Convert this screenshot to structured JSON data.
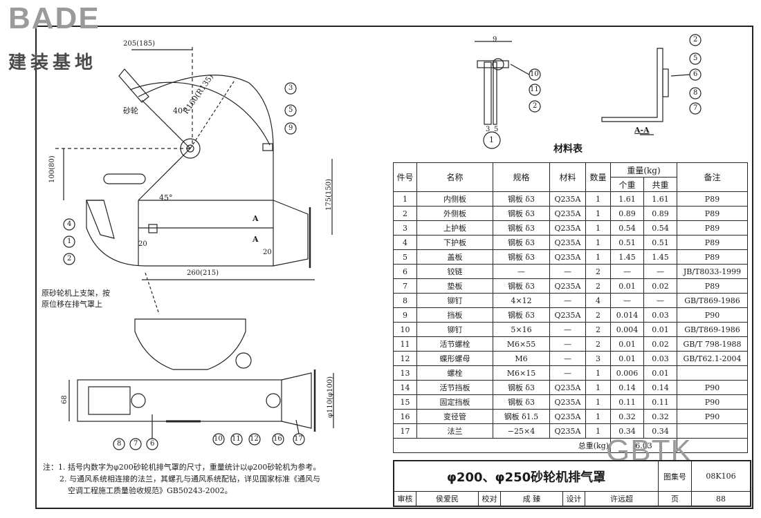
{
  "logo": {
    "brand": "BADE",
    "subtitle": "建装基地"
  },
  "watermark": "GBTK",
  "drawing": {
    "labels": {
      "grinder": "砂轮",
      "angle40": "40°",
      "angle45": "45°",
      "radius": "R160(R135)",
      "dim_top": "205(185)",
      "dim_left": "100(80)",
      "dim_right": "175(150)",
      "dim_bottom": "260(215)",
      "dim_20a": "20",
      "dim_20b": "20",
      "dim_68": "68",
      "dim_flange": "φ110(φ100)",
      "dim_9": "9",
      "dim_3": "3",
      "dim_5": "5",
      "sect_a": "A",
      "sect_a2": "A",
      "detail_no": "1",
      "sect_title": "A-A",
      "move_note_1": "原砂轮机上支架，按",
      "move_note_2": "原位移在排气罩上"
    },
    "callouts_main": [
      "3",
      "5",
      "9",
      "4",
      "1",
      "2"
    ],
    "callouts_bottom": [
      "8",
      "7",
      "6",
      "10",
      "11",
      "12",
      "16",
      "17"
    ],
    "callouts_detail": [
      "10",
      "11",
      "2"
    ],
    "callouts_section": [
      "2",
      "5",
      "6",
      "8",
      "7"
    ]
  },
  "materials": {
    "title": "材料表",
    "headers": {
      "no": "件号",
      "name": "名称",
      "spec": "规格",
      "material": "材料",
      "qty": "数量",
      "weight": "重量(kg)",
      "unit": "个重",
      "total": "共重",
      "remark": "备注"
    },
    "rows": [
      {
        "no": "1",
        "name": "内侧板",
        "spec": "钢板 δ3",
        "material": "Q235A",
        "qty": "1",
        "unit": "1.61",
        "total": "1.61",
        "remark": "P89"
      },
      {
        "no": "2",
        "name": "外侧板",
        "spec": "钢板 δ3",
        "material": "Q235A",
        "qty": "1",
        "unit": "0.89",
        "total": "0.89",
        "remark": "P89"
      },
      {
        "no": "3",
        "name": "上护板",
        "spec": "钢板 δ3",
        "material": "Q235A",
        "qty": "1",
        "unit": "0.54",
        "total": "0.54",
        "remark": "P89"
      },
      {
        "no": "4",
        "name": "下护板",
        "spec": "钢板 δ3",
        "material": "Q235A",
        "qty": "1",
        "unit": "0.51",
        "total": "0.51",
        "remark": "P89"
      },
      {
        "no": "5",
        "name": "盖板",
        "spec": "钢板 δ3",
        "material": "Q235A",
        "qty": "1",
        "unit": "1.45",
        "total": "1.45",
        "remark": "P89"
      },
      {
        "no": "6",
        "name": "铰链",
        "spec": "—",
        "material": "—",
        "qty": "2",
        "unit": "—",
        "total": "—",
        "remark": "JB/T8033-1999"
      },
      {
        "no": "7",
        "name": "垫板",
        "spec": "钢板 δ3",
        "material": "Q235A",
        "qty": "2",
        "unit": "0.01",
        "total": "0.02",
        "remark": "P89"
      },
      {
        "no": "8",
        "name": "铆钉",
        "spec": "4×12",
        "material": "—",
        "qty": "4",
        "unit": "—",
        "total": "—",
        "remark": "GB/T869-1986"
      },
      {
        "no": "9",
        "name": "挡板",
        "spec": "钢板 δ3",
        "material": "Q235A",
        "qty": "2",
        "unit": "0.014",
        "total": "0.03",
        "remark": "P90"
      },
      {
        "no": "10",
        "name": "铆钉",
        "spec": "5×16",
        "material": "—",
        "qty": "2",
        "unit": "0.004",
        "total": "0.01",
        "remark": "GB/T869-1986"
      },
      {
        "no": "11",
        "name": "活节螺栓",
        "spec": "M6×55",
        "material": "—",
        "qty": "2",
        "unit": "0.01",
        "total": "0.02",
        "remark": "GB/T 798-1988"
      },
      {
        "no": "12",
        "name": "蝶形螺母",
        "spec": "M6",
        "material": "—",
        "qty": "3",
        "unit": "0.01",
        "total": "0.03",
        "remark": "GB/T62.1-2004"
      },
      {
        "no": "13",
        "name": "螺栓",
        "spec": "M6×15",
        "material": "—",
        "qty": "1",
        "unit": "0.006",
        "total": "0.01",
        "remark": ""
      },
      {
        "no": "14",
        "name": "活节挡板",
        "spec": "钢板 δ3",
        "material": "Q235A",
        "qty": "1",
        "unit": "0.14",
        "total": "0.14",
        "remark": "P90"
      },
      {
        "no": "15",
        "name": "固定挡板",
        "spec": "钢板 δ3",
        "material": "Q235A",
        "qty": "1",
        "unit": "0.11",
        "total": "0.11",
        "remark": "P90"
      },
      {
        "no": "16",
        "name": "变径管",
        "spec": "钢板 δ1.5",
        "material": "Q235A",
        "qty": "1",
        "unit": "0.32",
        "total": "0.32",
        "remark": "P90"
      },
      {
        "no": "17",
        "name": "法兰",
        "spec": "−25×4",
        "material": "Q235A",
        "qty": "1",
        "unit": "0.34",
        "total": "0.34",
        "remark": ""
      }
    ],
    "total_label": "总重(kg)",
    "total_value": "6.03"
  },
  "notes": {
    "lead": "注：",
    "items": [
      "1. 括号内数字为φ200砂轮机排气罩的尺寸，重量统计以φ200砂轮机为参考。",
      "2. 与通风系统相连接的法兰，其螺孔与通风系统配钻，详见国家标准《通风与",
      "空调工程施工质量验收规范》GB50243-2002。"
    ]
  },
  "title_block": {
    "title": "φ200、φ250砂轮机排气罩",
    "atlas_label": "图集号",
    "atlas_no": "08K106",
    "page_label": "页",
    "page_no": "88",
    "review_label": "审核",
    "reviewer": "侯爱民",
    "check_label": "校对",
    "checker": "成 臻",
    "design_label": "设计",
    "designer": "许远超"
  }
}
